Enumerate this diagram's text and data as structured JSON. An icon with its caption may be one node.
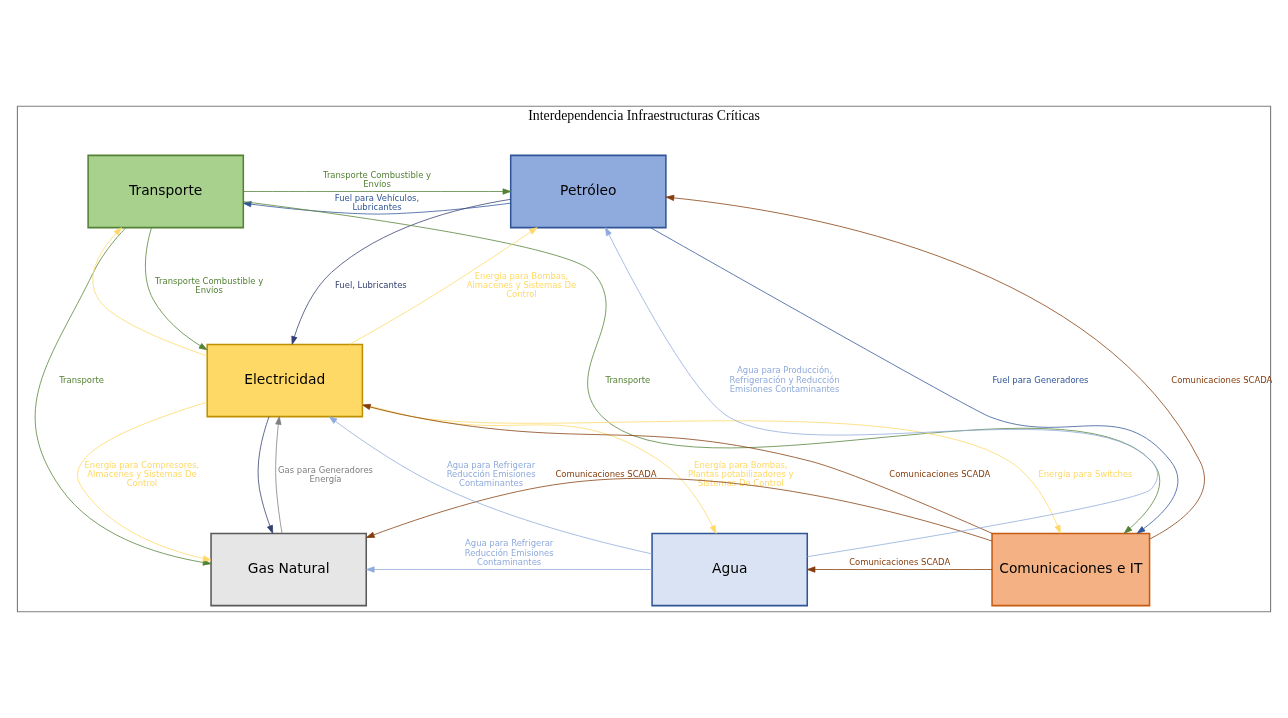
{
  "diagram": {
    "nodes": [
      {
        "text": [
          "Interdependencia Infraestructuras Críticas"
        ]
      },
      {
        "text": [
          "Petróleo"
        ],
        "in": 0
      },
      {
        "text": [
          "Transporte"
        ],
        "in": 0
      },
      {
        "text": [
          "Electricidad"
        ],
        "in": 0
      },
      {
        "text": [
          "Comunicaciones e IT"
        ],
        "in": 0
      },
      {
        "text": [
          "Agua"
        ],
        "in": 0
      },
      {
        "text": [
          "Gas Natural"
        ],
        "in": 0
      }
    ],
    "edges": [
      {
        "from": 2,
        "to": 1,
        "arrow": "to",
        "label": "Transporte Combustible y Envíos",
        "color": "#548235"
      },
      {
        "from": 1,
        "to": 2,
        "arrow": "to",
        "label": "Fuel para Vehículos, Lubricantes",
        "color": "#2f5597"
      },
      {
        "from": 3,
        "to": 1,
        "arrow": "to",
        "label": "Energía para Bombas, Almacenes y Sistemas De Control",
        "color": "#ffd966"
      },
      {
        "from": 3,
        "to": 2,
        "arrow": "to",
        "color": "#ffd966"
      },
      {
        "from": 1,
        "to": 3,
        "arrow": "to",
        "label": "Fuel, Lubricantes",
        "color": "#333f70"
      },
      {
        "from": 2,
        "to": 3,
        "arrow": "to",
        "label": "Transporte Combustible y Envíos",
        "color": "#548235"
      },
      {
        "from": 2,
        "to": 6,
        "arrow": "to",
        "label": "Transporte",
        "color": "#548235"
      },
      {
        "from": 2,
        "to": 4,
        "arrow": "to",
        "label": "Transporte",
        "color": "#548235"
      },
      {
        "from": 4,
        "to": 1,
        "arrow": "to",
        "label": "Comunicaciones SCADA",
        "color": "#843c0c"
      },
      {
        "from": 1,
        "to": 4,
        "arrow": "to",
        "label": "Fuel para Generadores",
        "color": "#2f5597"
      },
      {
        "from": 4,
        "to": 3,
        "arrow": "to",
        "label": "Comunicaciones SCADA",
        "color": "#843c0c"
      },
      {
        "from": 3,
        "to": 4,
        "arrow": "to",
        "label": "Energía para Switches",
        "color": "#ffd966"
      },
      {
        "from": 5,
        "to": 1,
        "arrow": "to",
        "label": "Agua para Producción, Refrigeración y Reducción Emisiones Contaminantes",
        "color": "#8faadc"
      },
      {
        "from": 3,
        "to": 5,
        "arrow": "to",
        "label": "Energía para Bombas, Plantas potabilizadores y Sistemas De Control",
        "color": "#ffd966"
      },
      {
        "from": 5,
        "to": 3,
        "arrow": "to",
        "label": "Agua para Refrigerar Reducción Emisiones Contaminantes",
        "color": "#8faadc"
      },
      {
        "from": 6,
        "to": 3,
        "arrow": "to",
        "label": "Gas para Generadores Energía",
        "color": "#7f7f7f"
      },
      {
        "from": 3,
        "to": 6,
        "arrow": "to",
        "label": "Energía para Compresores, Almacenes y Sistemas De Control",
        "color": "#ffd966"
      },
      {
        "from": 3,
        "to": 6,
        "arrow": "to",
        "color": "#333f70"
      },
      {
        "from": 4,
        "to": 5,
        "arrow": "to",
        "label": "Comunicaciones SCADA",
        "color": "#843c0c"
      },
      {
        "from": 5,
        "to": 6,
        "arrow": "to",
        "label": "Agua para Refrigerar Reducción Emisiones Contaminantes",
        "color": "#8faadc"
      },
      {
        "from": 4,
        "to": 6,
        "arrow": "to",
        "label": "Comunicaciones SCADA",
        "color": "#843c0c"
      }
    ]
  }
}
